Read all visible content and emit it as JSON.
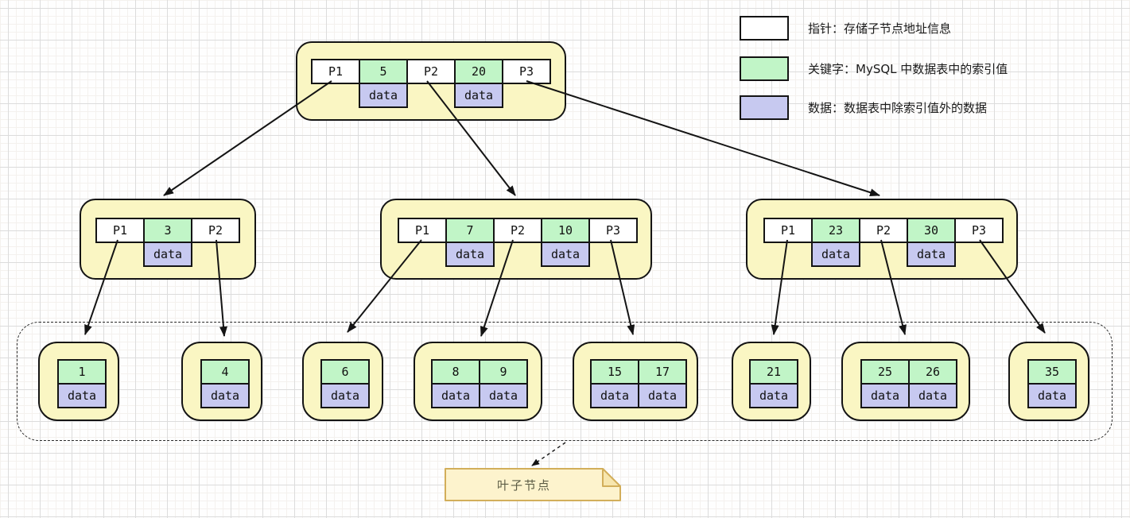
{
  "legend": {
    "items": [
      {
        "icon": "pointer-swatch",
        "color": "#ffffff",
        "label": "指针：存储子节点地址信息"
      },
      {
        "icon": "keyword-swatch",
        "color": "#c1f5c7",
        "label": "关键字：MySQL 中数据表中的索引值"
      },
      {
        "icon": "data-swatch",
        "color": "#c7c9f0",
        "label": "数据：数据表中除索引值外的数据"
      }
    ]
  },
  "tree": {
    "type": "b-plus-tree-index",
    "data_cell_label": "data",
    "root": {
      "cells": [
        "P1",
        "5",
        "P2",
        "20",
        "P3"
      ]
    },
    "internal": [
      {
        "cells": [
          "P1",
          "3",
          "P2"
        ]
      },
      {
        "cells": [
          "P1",
          "7",
          "P2",
          "10",
          "P3"
        ]
      },
      {
        "cells": [
          "P1",
          "23",
          "P2",
          "30",
          "P3"
        ]
      }
    ],
    "leaves": [
      {
        "keys": [
          "1"
        ]
      },
      {
        "keys": [
          "4"
        ]
      },
      {
        "keys": [
          "6"
        ]
      },
      {
        "keys": [
          "8",
          "9"
        ]
      },
      {
        "keys": [
          "15",
          "17"
        ]
      },
      {
        "keys": [
          "21"
        ]
      },
      {
        "keys": [
          "25",
          "26"
        ]
      },
      {
        "keys": [
          "35"
        ]
      }
    ]
  },
  "note": {
    "text": "叶子节点"
  },
  "colors": {
    "node_fill": "#faf6c3",
    "pointer_fill": "#ffffff",
    "key_fill": "#c1f5c7",
    "data_fill": "#c7c9f0",
    "outline": "#141414",
    "note_fill": "#fdf3cd",
    "note_border": "#d2ae5a",
    "grid_major": "#dcdcdc",
    "grid_minor": "#f4f1ee"
  }
}
